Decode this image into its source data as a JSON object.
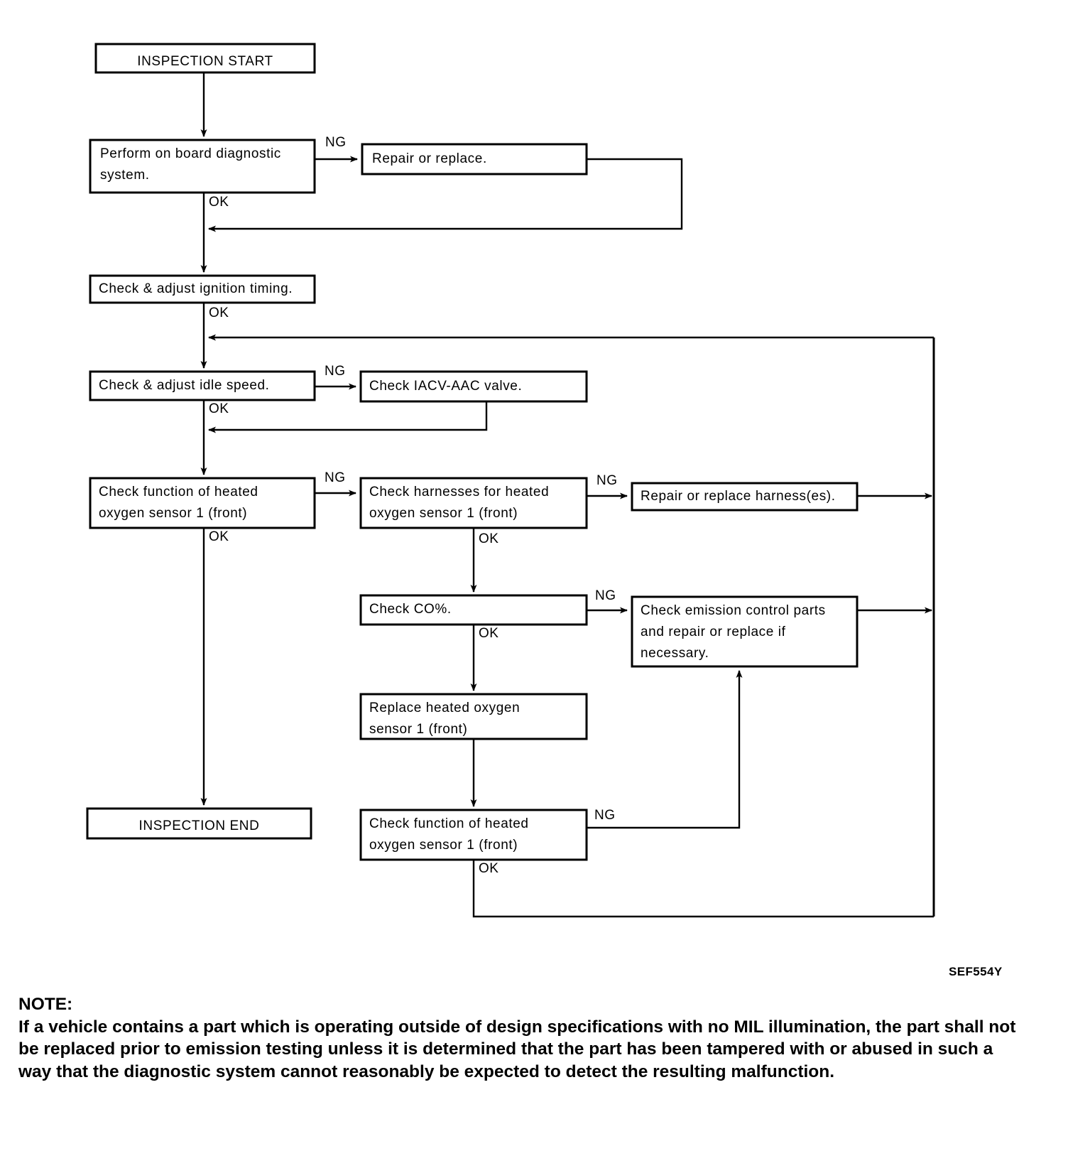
{
  "figure": {
    "reference_code": "SEF554Y",
    "boxes": [
      {
        "id": "inspection-start",
        "label": "INSPECTION START",
        "align": "center"
      },
      {
        "id": "perform-obd",
        "label": "Perform on board diagnostic\nsystem.",
        "align": "left"
      },
      {
        "id": "repair-or-replace",
        "label": "Repair or replace.",
        "align": "left"
      },
      {
        "id": "check-ignition-timing",
        "label": "Check & adjust ignition timing.",
        "align": "left"
      },
      {
        "id": "check-idle-speed",
        "label": "Check & adjust idle speed.",
        "align": "left"
      },
      {
        "id": "check-iacv-aac-valve",
        "label": "Check IACV-AAC valve.",
        "align": "left"
      },
      {
        "id": "check-function-ho2s-front",
        "label": "Check function of heated\noxygen sensor 1 (front)",
        "align": "left"
      },
      {
        "id": "check-harnesses-ho2s-front",
        "label": "Check harnesses for heated\noxygen sensor 1 (front)",
        "align": "left"
      },
      {
        "id": "repair-or-replace-harnesses",
        "label": "Repair or replace harness(es).",
        "align": "left"
      },
      {
        "id": "check-co-percent",
        "label": "Check CO%.",
        "align": "left"
      },
      {
        "id": "check-emission-control-parts",
        "label": "Check emission control parts\nand repair or replace if\nnecessary.",
        "align": "left"
      },
      {
        "id": "replace-ho2s-front",
        "label": "Replace heated oxygen\nsensor 1 (front)",
        "align": "left"
      },
      {
        "id": "check-function-ho2s-front-2",
        "label": "Check function of heated\noxygen sensor 1 (front)",
        "align": "left"
      },
      {
        "id": "inspection-end",
        "label": "INSPECTION END",
        "align": "center"
      }
    ],
    "edge_labels": {
      "ng_obd": "NG",
      "ok_obd": "OK",
      "ok_ignition": "OK",
      "ng_idle": "NG",
      "ok_idle": "OK",
      "ng_ho2s_function": "NG",
      "ok_ho2s_function": "OK",
      "ng_harnesses": "NG",
      "ok_harnesses": "OK",
      "ng_co": "NG",
      "ok_co": "OK",
      "ng_ho2s_function_2": "NG",
      "ok_ho2s_function_2": "OK"
    }
  },
  "note": {
    "heading": "NOTE:",
    "body": "If a vehicle contains a part which is operating outside of design specifications with no MIL illumination, the part shall not be replaced prior to emission testing unless it is determined that the part has been tampered with or abused in such a way that the diagnostic system cannot reasonably be expected to detect the resulting malfunction."
  },
  "colors": {
    "ink": "#000000",
    "paper": "#ffffff"
  }
}
